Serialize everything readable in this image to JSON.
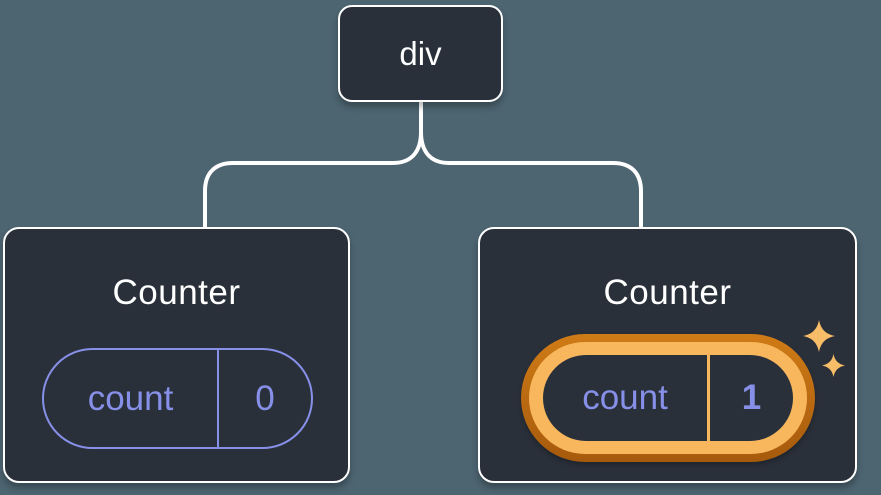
{
  "figure": {
    "description": "Component tree diagram: a div root element with two Counter children, each holding a count state value; the second Counter's state is highlighted as just updated",
    "root_node": {
      "label": "div"
    },
    "children": [
      {
        "title": "Counter",
        "state_key": "count",
        "state_value": "0",
        "highlighted": false
      },
      {
        "title": "Counter",
        "state_key": "count",
        "state_value": "1",
        "highlighted": true
      }
    ]
  },
  "colors": {
    "background": "#4d6571",
    "card_fill": "#2a303a",
    "card_border": "#ffffff",
    "connector": "#ffffff",
    "state_purple": "#8790e8",
    "highlight_ring_outer": "#b9650f",
    "highlight_ring_inner": "#f8b75d",
    "sparkle": "#f8bd68"
  },
  "icons": {
    "sparkle_large": "sparkle-icon",
    "sparkle_small": "sparkle-icon"
  }
}
